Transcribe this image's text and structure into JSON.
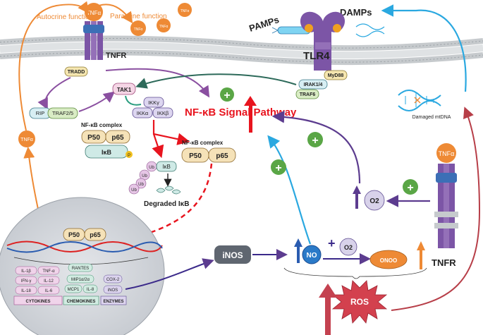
{
  "labels": {
    "tnfa": "TNFα",
    "tnfa_small": "TNFα",
    "autocrine": "Autocrine function",
    "paracrine": "Paracrine function",
    "tnfr": "TNFR",
    "tradd": "TRADD",
    "pamps": "PAMPs",
    "damps": "DAMPs",
    "tlr4": "TLR4",
    "myd88": "MyD88",
    "irak": "IRAK1/4",
    "traf6": "TRAF6",
    "damaged_mtdna": "Damaged mtDNA",
    "tak1": "TAK1",
    "ikkg": "IKKγ",
    "ikka": "IKKα",
    "ikkb": "IKKβ",
    "rip": "RIP",
    "traf25": "TRAF2/5",
    "nfkb_complex": "NF-κB complex",
    "p50": "P50",
    "p65": "p65",
    "ikb": "IκB",
    "p": "P",
    "ub": "Ub",
    "degraded_ikb": "Degraded IκB",
    "pathway_title": "NF-κB Signal Pathway",
    "inos": "iNOS",
    "no": "NO",
    "o2": "O2",
    "onoo": "ONOO",
    "ros": "ROS",
    "tnfr_right": "TNFR",
    "plus": "+"
  },
  "cytokines": [
    "IL-1β",
    "TNF-α",
    "IFN-γ",
    "IL-12",
    "IL-18",
    "IL-6"
  ],
  "chemokines": [
    "RANTES",
    "MIP1α/2α",
    "MCP1",
    "IL-8"
  ],
  "enzymes": [
    "COX-2",
    "iNOS"
  ],
  "groups": {
    "cytokines": "CYTOKINES",
    "chemokines": "CHEMOKINES",
    "enzymes": "ENZYMES"
  },
  "colors": {
    "red": "#e8141e",
    "orange": "#ee8a35",
    "purple": "#5c3c8f",
    "blue": "#2aa8e0",
    "green": "#5aa646",
    "darkred": "#b73e48",
    "dark_green": "#2d6a5a",
    "membrane": "#c3c8cc"
  }
}
